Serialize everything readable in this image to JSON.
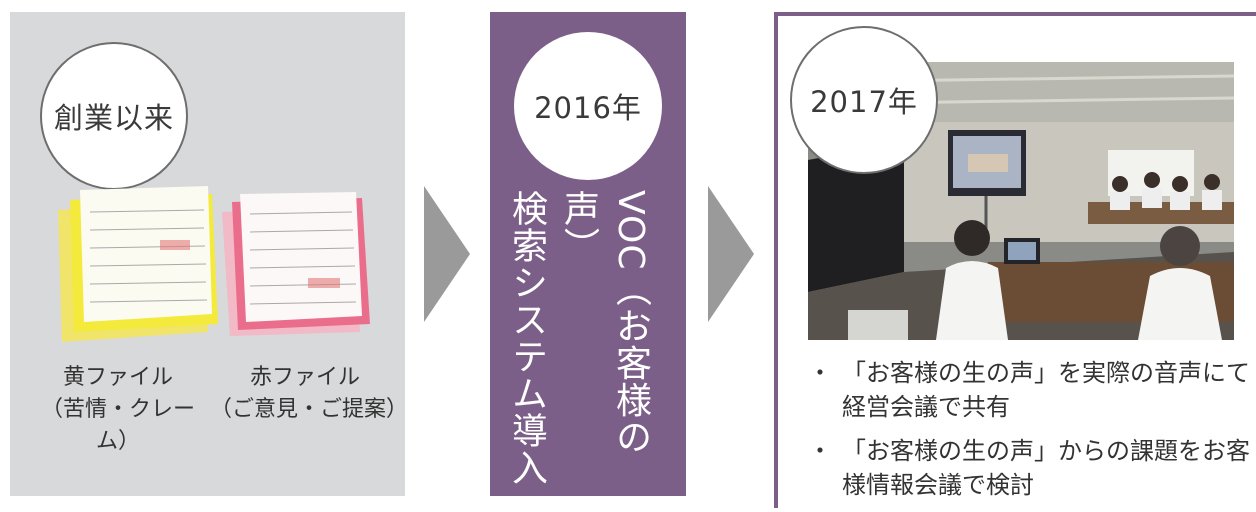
{
  "panels": {
    "founding": {
      "label": "創業以来",
      "files": [
        {
          "name": "黄ファイル",
          "detail": "（苦情・クレーム）"
        },
        {
          "name": "赤ファイル",
          "detail": "（ご意見・ご提案）"
        }
      ]
    },
    "y2016": {
      "label": "2016年",
      "vertical_text": "VOC（お客様の声）\n検索システム導入"
    },
    "y2017": {
      "label": "2017年",
      "bullets": [
        "「お客様の生の声」を実際の音声にて経営会議で共有",
        "「お客様の生の声」からの課題をお客様情報会議で検討"
      ]
    }
  },
  "colors": {
    "purple": "#7c5f88",
    "gray_panel": "#d8d9da",
    "arrow": "#9a9a9a"
  }
}
